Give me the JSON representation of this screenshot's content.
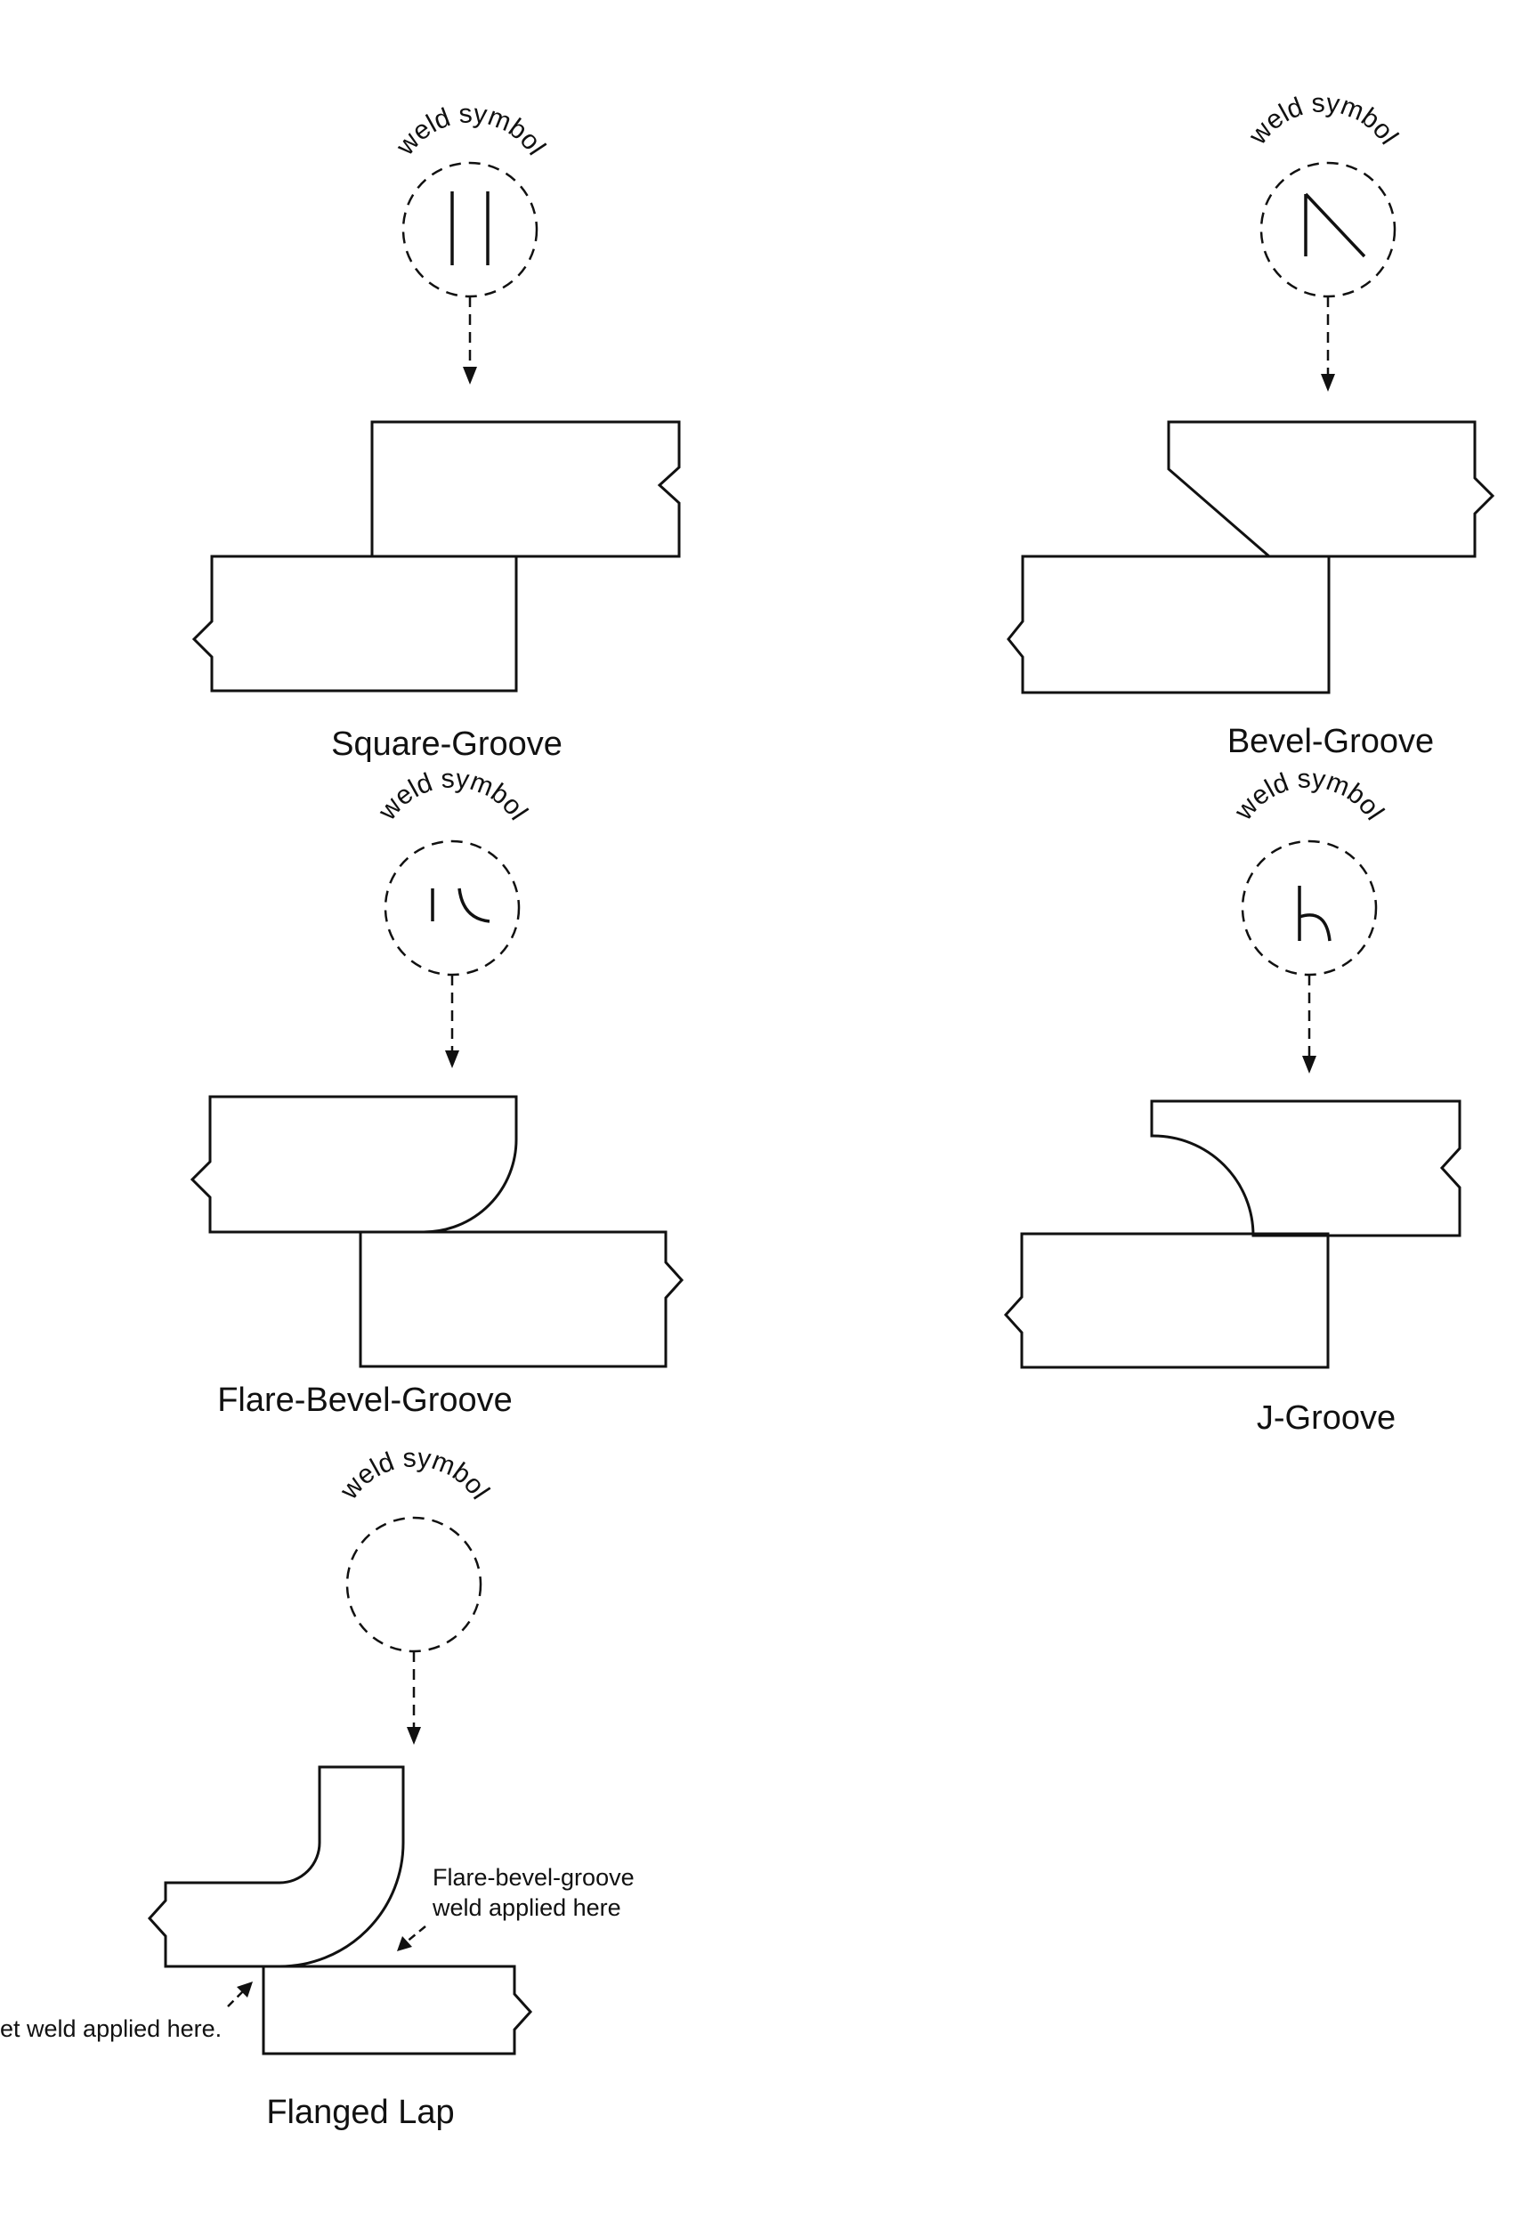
{
  "circle_label": "weld symbol",
  "panels": {
    "square_groove": {
      "caption": "Square-Groove"
    },
    "bevel_groove": {
      "caption": "Bevel-Groove"
    },
    "flare_bevel_groove": {
      "caption": "Flare-Bevel-Groove"
    },
    "j_groove": {
      "caption": "J-Groove"
    },
    "flanged_lap": {
      "caption": "Flanged Lap",
      "annotation_flare_line1": "Flare-bevel-groove",
      "annotation_flare_line2": "weld applied here",
      "annotation_fillet": "et weld applied here."
    }
  }
}
